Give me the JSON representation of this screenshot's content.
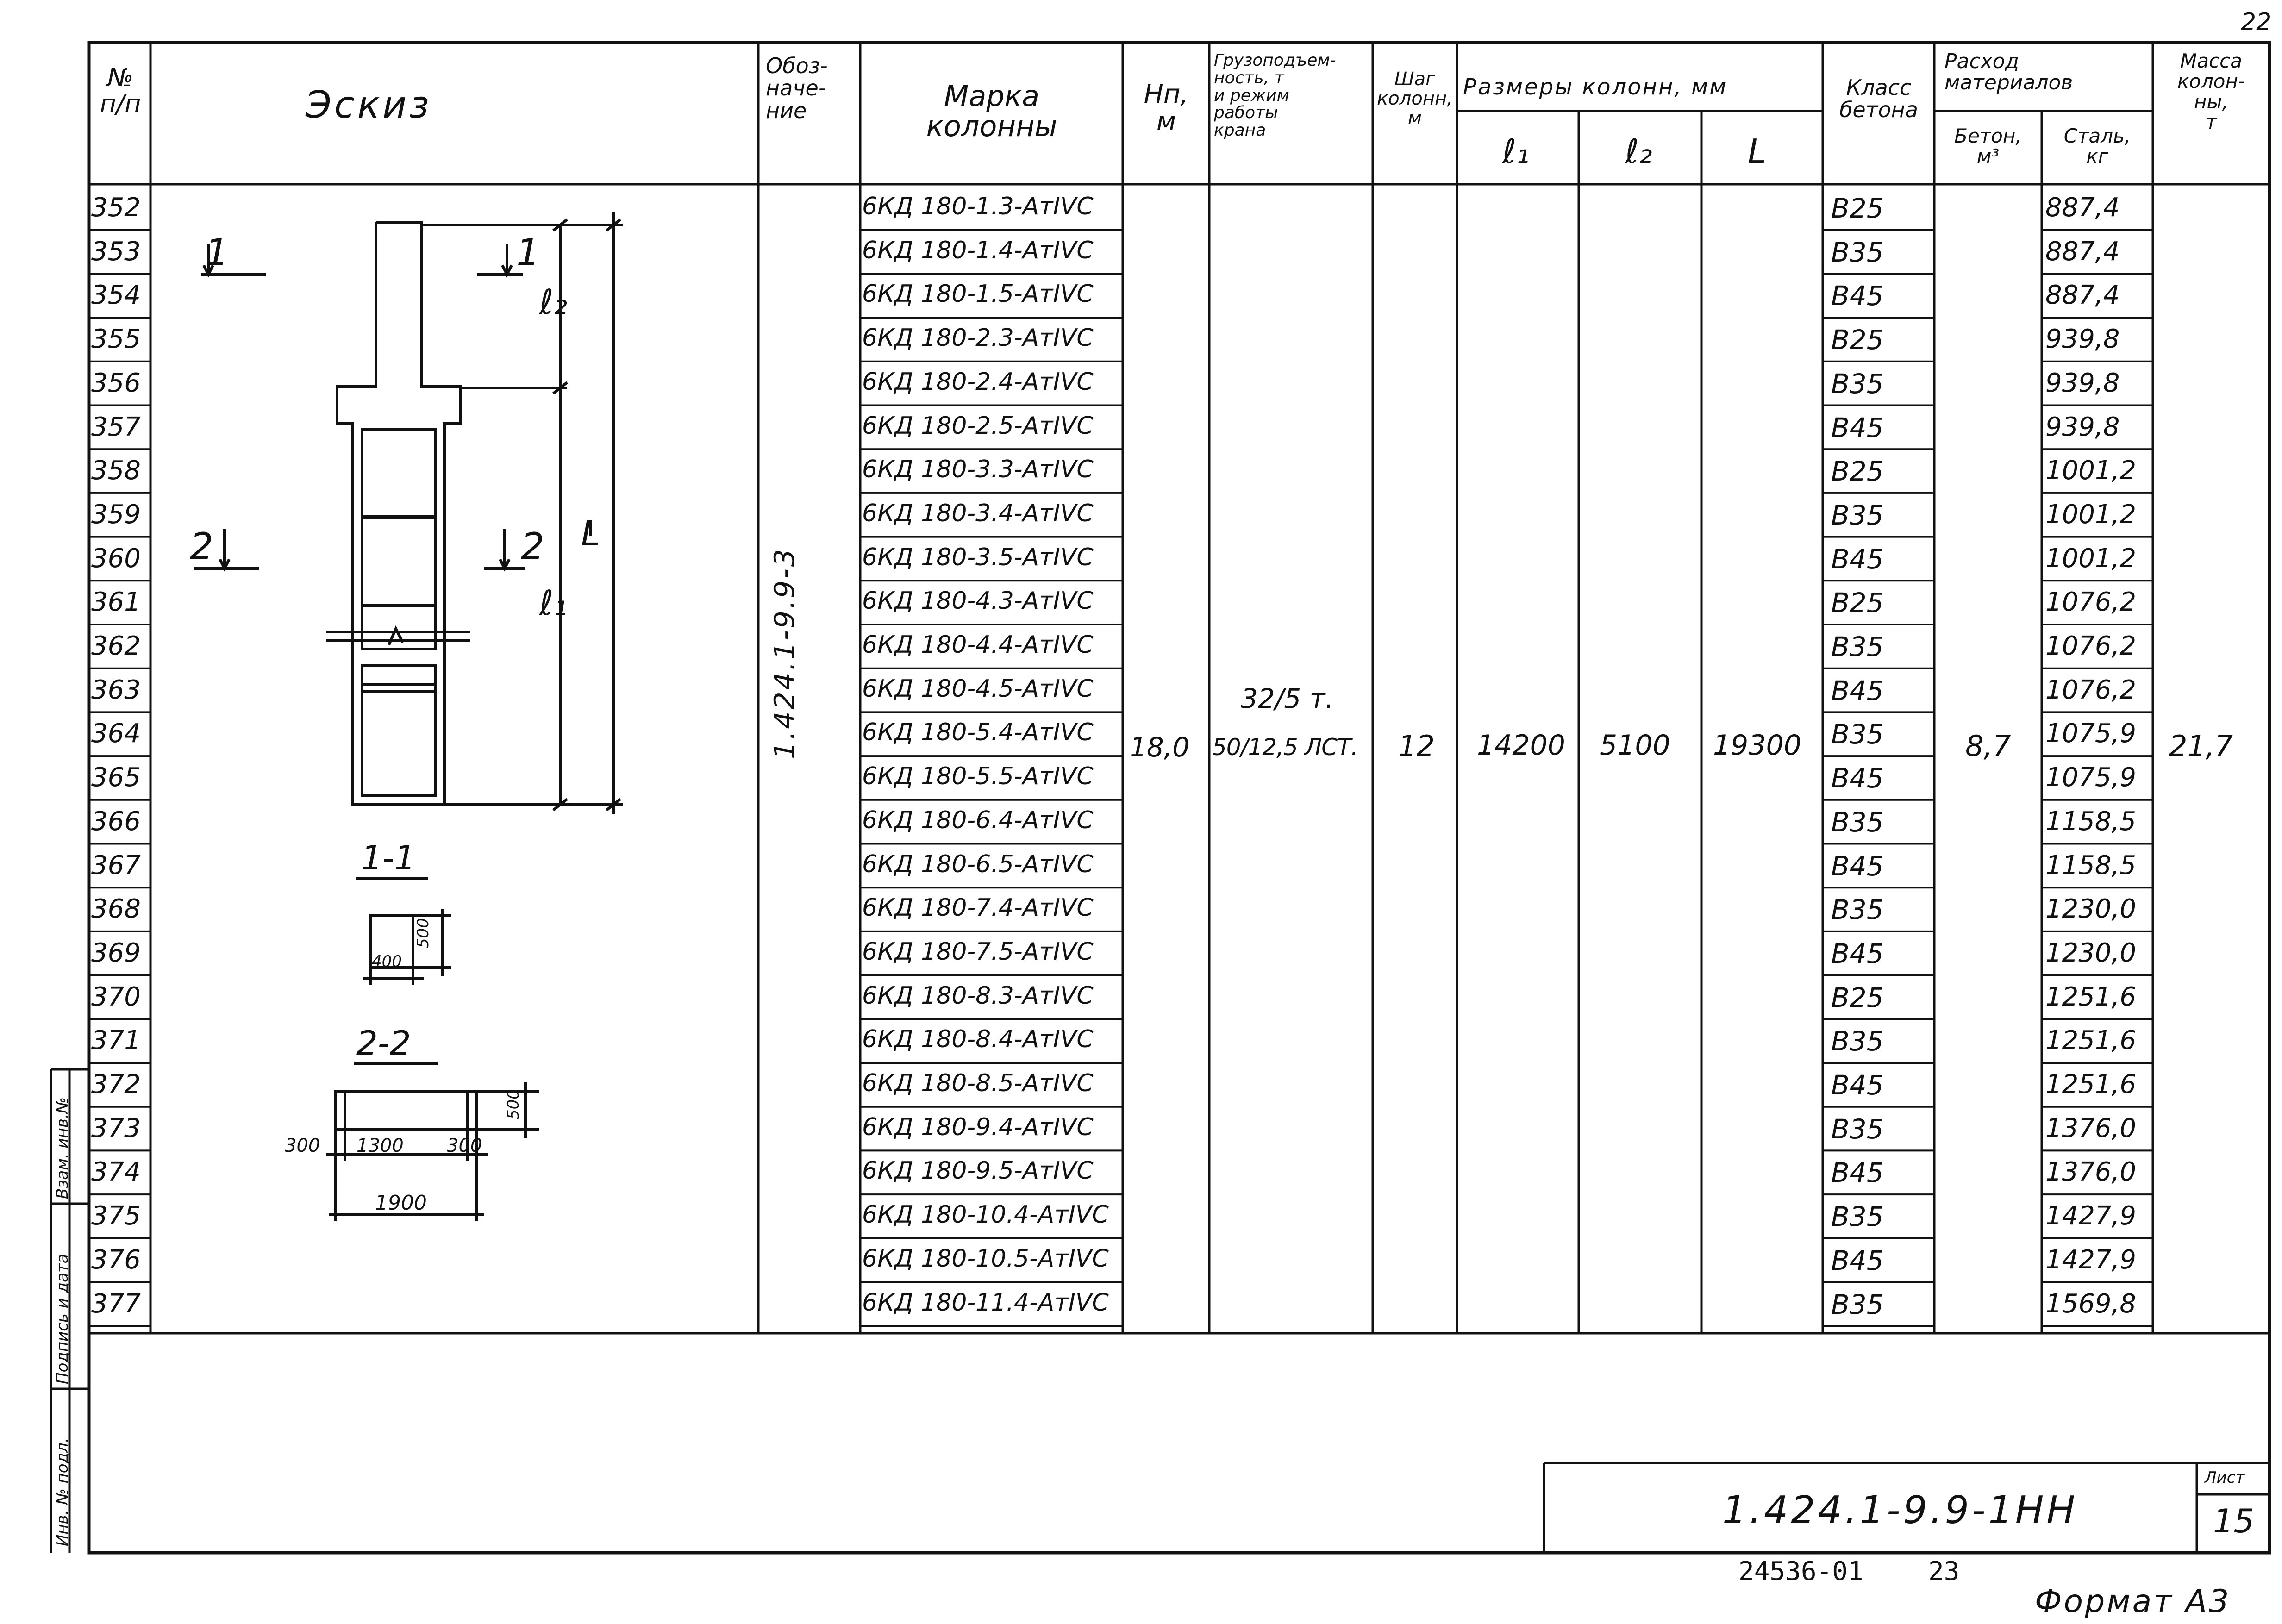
{
  "page_number_top": "22",
  "headers": {
    "num": "№\nп/п",
    "sketch": "Эскиз",
    "designation": "Обоз-\nначе-\nние",
    "mark": "Марка\nколонны",
    "h": "Нп,\nм",
    "crane": "Грузоподъем-\nность, т\nи режим\nработы\nкрана",
    "step": "Шаг\nколонн,\nм",
    "sizes": "Размеры колонн, мм",
    "l1": "ℓ₁",
    "l2": "ℓ₂",
    "L": "L",
    "klass": "Класс\nбетона",
    "consumption": "Расход\nматериалов",
    "concrete": "Бетон,\nм³",
    "steel": "Сталь,\nкг",
    "mass": "Масса\nколон-\nны,\nт"
  },
  "rows": [
    {
      "n": "352",
      "mark": "6КД 180-1.3-АтIVС",
      "klass": "В25",
      "steel": "887,4"
    },
    {
      "n": "353",
      "mark": "6КД 180-1.4-АтIVС",
      "klass": "В35",
      "steel": "887,4"
    },
    {
      "n": "354",
      "mark": "6КД 180-1.5-АтIVС",
      "klass": "В45",
      "steel": "887,4"
    },
    {
      "n": "355",
      "mark": "6КД 180-2.3-АтIVС",
      "klass": "В25",
      "steel": "939,8"
    },
    {
      "n": "356",
      "mark": "6КД 180-2.4-АтIVС",
      "klass": "В35",
      "steel": "939,8"
    },
    {
      "n": "357",
      "mark": "6КД 180-2.5-АтIVС",
      "klass": "В45",
      "steel": "939,8"
    },
    {
      "n": "358",
      "mark": "6КД 180-3.3-АтIVС",
      "klass": "В25",
      "steel": "1001,2"
    },
    {
      "n": "359",
      "mark": "6КД 180-3.4-АтIVС",
      "klass": "В35",
      "steel": "1001,2"
    },
    {
      "n": "360",
      "mark": "6КД 180-3.5-АтIVС",
      "klass": "В45",
      "steel": "1001,2"
    },
    {
      "n": "361",
      "mark": "6КД 180-4.3-АтIVС",
      "klass": "В25",
      "steel": "1076,2"
    },
    {
      "n": "362",
      "mark": "6КД 180-4.4-АтIVС",
      "klass": "В35",
      "steel": "1076,2"
    },
    {
      "n": "363",
      "mark": "6КД 180-4.5-АтIVС",
      "klass": "В45",
      "steel": "1076,2"
    },
    {
      "n": "364",
      "mark": "6КД 180-5.4-АтIVС",
      "klass": "В35",
      "steel": "1075,9"
    },
    {
      "n": "365",
      "mark": "6КД 180-5.5-АтIVС",
      "klass": "В45",
      "steel": "1075,9"
    },
    {
      "n": "366",
      "mark": "6КД 180-6.4-АтIVС",
      "klass": "В35",
      "steel": "1158,5"
    },
    {
      "n": "367",
      "mark": "6КД 180-6.5-АтIVС",
      "klass": "В45",
      "steel": "1158,5"
    },
    {
      "n": "368",
      "mark": "6КД 180-7.4-АтIVС",
      "klass": "В35",
      "steel": "1230,0"
    },
    {
      "n": "369",
      "mark": "6КД 180-7.5-АтIVС",
      "klass": "В45",
      "steel": "1230,0"
    },
    {
      "n": "370",
      "mark": "6КД 180-8.3-АтIVС",
      "klass": "В25",
      "steel": "1251,6"
    },
    {
      "n": "371",
      "mark": "6КД 180-8.4-АтIVС",
      "klass": "В35",
      "steel": "1251,6"
    },
    {
      "n": "372",
      "mark": "6КД 180-8.5-АтIVС",
      "klass": "В45",
      "steel": "1251,6"
    },
    {
      "n": "373",
      "mark": "6КД 180-9.4-АтIVС",
      "klass": "В35",
      "steel": "1376,0"
    },
    {
      "n": "374",
      "mark": "6КД 180-9.5-АтIVС",
      "klass": "В45",
      "steel": "1376,0"
    },
    {
      "n": "375",
      "mark": "6КД 180-10.4-АтIVС",
      "klass": "В35",
      "steel": "1427,9"
    },
    {
      "n": "376",
      "mark": "6КД 180-10.5-АтIVС",
      "klass": "В45",
      "steel": "1427,9"
    },
    {
      "n": "377",
      "mark": "6КД 180-11.4-АтIVС",
      "klass": "В35",
      "steel": "1569,8"
    }
  ],
  "common": {
    "designation": "1.424.1-9.9-3",
    "h": "18,0",
    "crane_1": "32/5 т.",
    "crane_2": "50/12,5 ЛСТ.",
    "step": "12",
    "l1": "14200",
    "l2": "5100",
    "L": "19300",
    "concrete": "8,7",
    "mass": "21,7"
  },
  "sketch": {
    "cut1_label": "1",
    "cut2_label": "2",
    "dim_l2": "ℓ₂",
    "dim_L": "L",
    "dim_l1": "ℓ₁",
    "section1_title": "1-1",
    "section1_w": "400",
    "section1_h": "500",
    "section2_title": "2-2",
    "section2_a": "300",
    "section2_b": "1300",
    "section2_c": "300",
    "section2_h": "500",
    "section2_total": "1900"
  },
  "side_stamps": [
    "Взам. инв.№",
    "Подпись и дата",
    "Инв. № подл."
  ],
  "title_block": {
    "code": "1.424.1-9.9-1НН",
    "sheet_label": "Лист",
    "sheet": "15"
  },
  "footer": {
    "order": "24536-01",
    "page": "23",
    "format": "Формат А3"
  }
}
